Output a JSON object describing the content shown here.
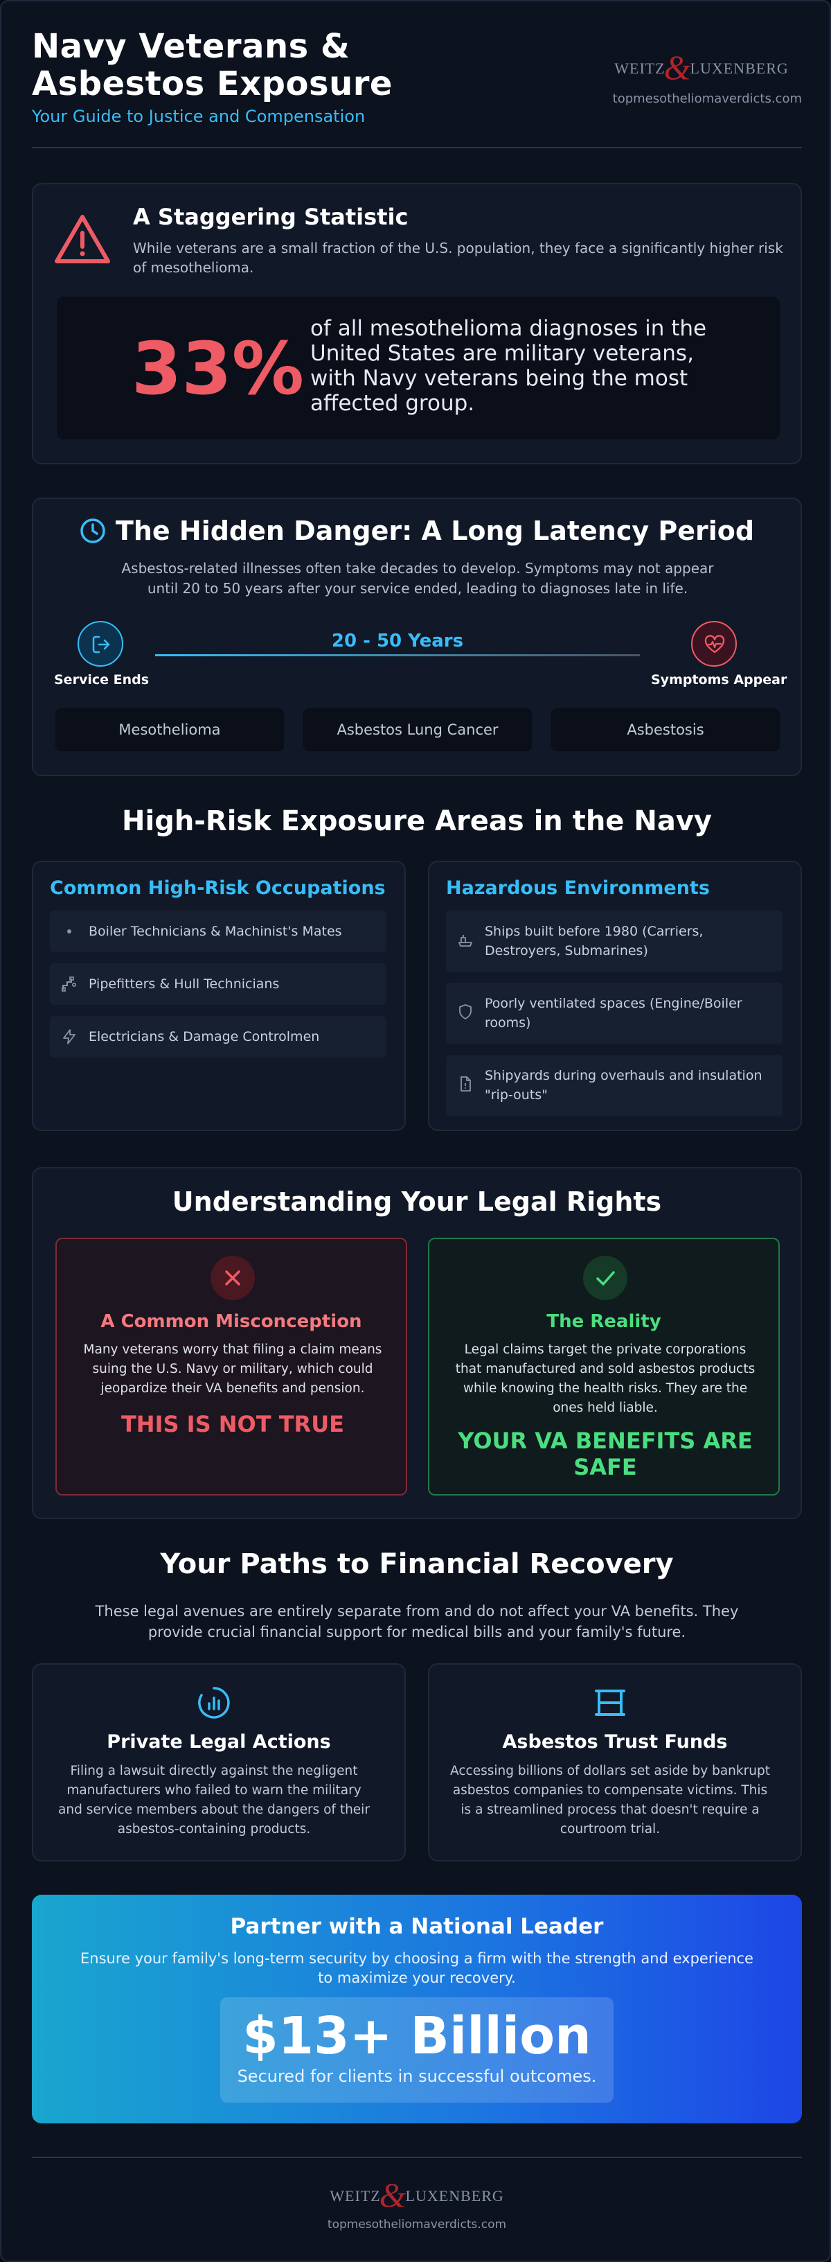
{
  "header": {
    "title": "Navy Veterans & Asbestos Exposure",
    "subtitle": "Your Guide to Justice and Compensation",
    "logo_left": "WEITZ",
    "logo_amp": "&",
    "logo_right": "LUXENBERG",
    "url": "topmesotheliomaverdicts.com"
  },
  "statistic": {
    "title": "A Staggering Statistic",
    "description": "While veterans are a small fraction of the U.S. population, they face a significantly higher risk of mesothelioma.",
    "percent": "33%",
    "percent_text": "of all mesothelioma diagnoses in the United States are military veterans, with Navy veterans being the most affected group."
  },
  "latency": {
    "title": "The Hidden Danger: A Long Latency Period",
    "description": "Asbestos-related illnesses often take decades to develop. Symptoms may not appear until 20 to 50 years after your service ended, leading to diagnoses late in life.",
    "start_label": "Service Ends",
    "end_label": "Symptoms Appear",
    "years": "20 - 50 Years",
    "diseases": [
      "Mesothelioma",
      "Asbestos Lung Cancer",
      "Asbestosis"
    ]
  },
  "risk": {
    "title": "High-Risk Exposure Areas in the Navy",
    "occupations_title": "Common High-Risk Occupations",
    "occupations": [
      "Boiler Technicians & Machinist's Mates",
      "Pipefitters & Hull Technicians",
      "Electricians & Damage Controlmen"
    ],
    "environments_title": "Hazardous Environments",
    "environments": [
      "Ships built before 1980 (Carriers, Destroyers, Submarines)",
      "Poorly ventilated spaces (Engine/Boiler rooms)",
      "Shipyards during overhauls and insulation \"rip-outs\""
    ]
  },
  "legal": {
    "title": "Understanding Your Legal Rights",
    "myth_title": "A Common Misconception",
    "myth_text": "Many veterans worry that filing a claim means suing the U.S. Navy or military, which could jeopardize their VA benefits and pension.",
    "myth_callout": "THIS IS NOT TRUE",
    "reality_title": "The Reality",
    "reality_text": "Legal claims target the private corporations that manufactured and sold asbestos products while knowing the health risks. They are the ones held liable.",
    "reality_callout": "YOUR VA BENEFITS ARE SAFE"
  },
  "paths": {
    "title": "Your Paths to Financial Recovery",
    "description": "These legal avenues are entirely separate from and do not affect your VA benefits. They provide crucial financial support for medical bills and your family's future.",
    "items": [
      {
        "icon": "chart-gauge-icon",
        "title": "Private Legal Actions",
        "text": "Filing a lawsuit directly against the negligent manufacturers who failed to warn the military and service members about the dangers of their asbestos-containing products."
      },
      {
        "icon": "trust-fund-icon",
        "title": "Asbestos Trust Funds",
        "text": "Accessing billions of dollars set aside by bankrupt asbestos companies to compensate victims. This is a streamlined process that doesn't require a courtroom trial."
      }
    ]
  },
  "partner": {
    "title": "Partner with a National Leader",
    "text": "Ensure your family's long-term security by choosing a firm with the strength and experience to maximize your recovery.",
    "amount": "$13+ Billion",
    "caption": "Secured for clients in successful outcomes."
  },
  "footer": {
    "logo_left": "WEITZ",
    "logo_amp": "&",
    "logo_right": "LUXENBERG",
    "url": "topmesotheliomaverdicts.com"
  },
  "colors": {
    "accent_blue": "#38bdf8",
    "alert_red": "#ef5b64",
    "success_green": "#4ade80",
    "background": "#0c121e"
  }
}
